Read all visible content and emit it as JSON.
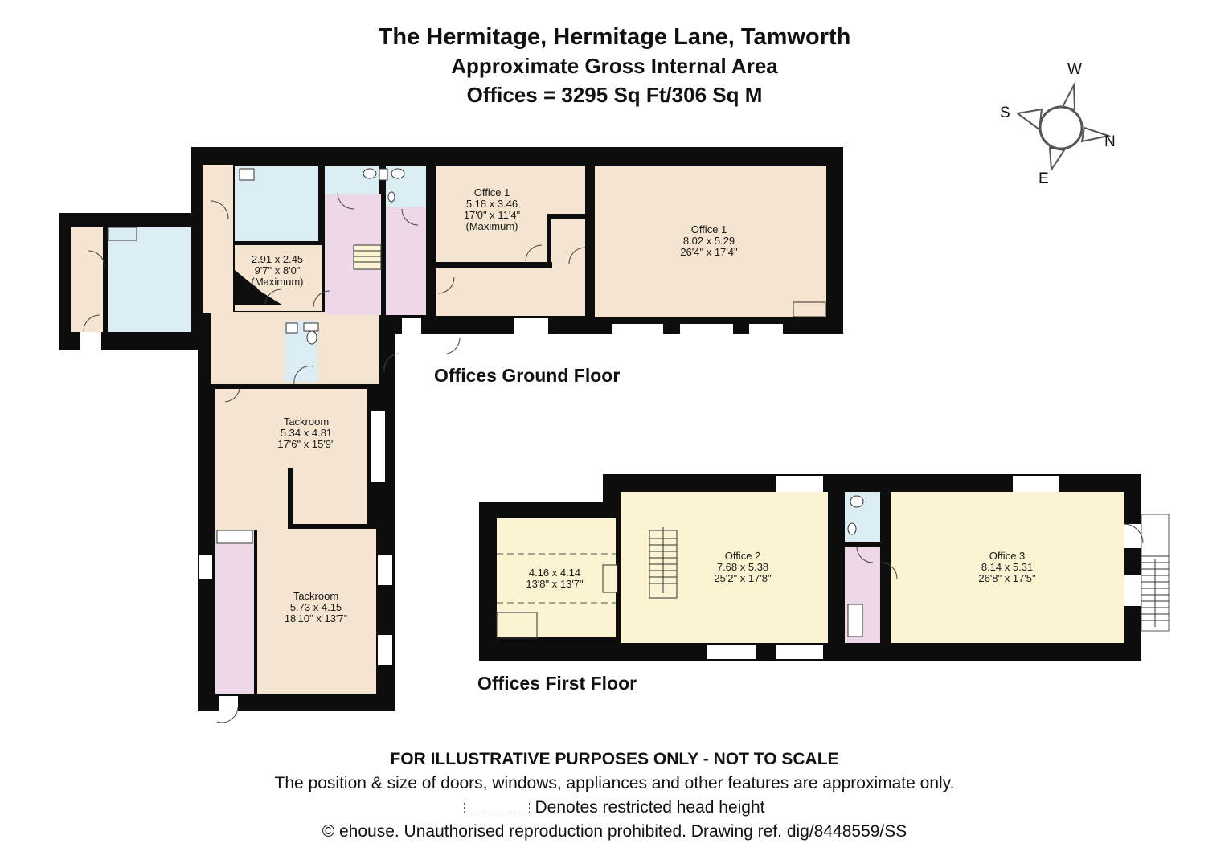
{
  "header": {
    "title": "The Hermitage, Hermitage Lane, Tamworth",
    "subtitle": "Approximate Gross Internal Area",
    "area": "Offices = 3295 Sq Ft/306 Sq M"
  },
  "compass": {
    "icon": "compass-rose-icon",
    "labels": {
      "top": "W",
      "left": "S",
      "right": "N",
      "bottom": "E"
    }
  },
  "ground_floor": {
    "label": "Offices Ground Floor",
    "rooms": [
      {
        "name": "",
        "metric": "2.91 x 2.45",
        "imperial": "9'7\" x 8'0\"",
        "note": "(Maximum)"
      },
      {
        "name": "Office 1",
        "metric": "5.18 x 3.46",
        "imperial": "17'0\" x 11'4\"",
        "note": "(Maximum)"
      },
      {
        "name": "Office 1",
        "metric": "8.02 x 5.29",
        "imperial": "26'4\" x 17'4\"",
        "note": ""
      },
      {
        "name": "Tackroom",
        "metric": "5.34 x 4.81",
        "imperial": "17'6\" x 15'9\"",
        "note": ""
      },
      {
        "name": "Tackroom",
        "metric": "5.73 x 4.15",
        "imperial": "18'10\" x 13'7\"",
        "note": ""
      }
    ]
  },
  "first_floor": {
    "label": "Offices First Floor",
    "rooms": [
      {
        "name": "",
        "metric": "4.16 x 4.14",
        "imperial": "13'8\" x 13'7\"",
        "note": ""
      },
      {
        "name": "Office 2",
        "metric": "7.68 x 5.38",
        "imperial": "25'2\" x 17'8\"",
        "note": ""
      },
      {
        "name": "Office 3",
        "metric": "8.14 x 5.31",
        "imperial": "26'8\" x 17'5\"",
        "note": ""
      }
    ]
  },
  "colors": {
    "wall": "#0d0d0d",
    "room_peach": "#f5e4cf",
    "room_blue": "#dcecf3",
    "room_pink": "#ecd8e6",
    "room_yellow": "#fbf3d2"
  },
  "footer": {
    "disclaimer": "FOR ILLUSTRATIVE PURPOSES ONLY - NOT TO SCALE",
    "note": "The position & size of doors, windows, appliances and other features are approximate only.",
    "legend": "Denotes restricted head height",
    "copyright": "© ehouse. Unauthorised reproduction prohibited. Drawing ref. dig/8448559/SS"
  }
}
